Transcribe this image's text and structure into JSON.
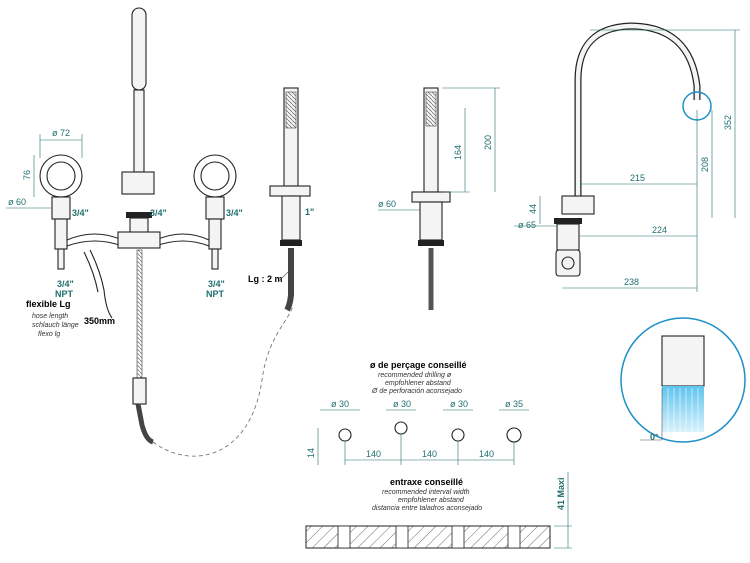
{
  "dimensions": {
    "d72": "ø 72",
    "d60_left": "ø 60",
    "h76": "76",
    "thread_34_a": "3/4\"",
    "thread_34_b": "3/4\"",
    "thread_34_c": "3/4\"",
    "thread_1": "1\"",
    "npt_left_size": "3/4\"",
    "npt_left": "NPT",
    "npt_right_size": "3/4\"",
    "npt_right": "NPT",
    "hose_length": "350mm",
    "lg2m": "Lg : 2 m",
    "d60_mid": "ø 60",
    "h164": "164",
    "h200": "200",
    "h352": "352",
    "h208": "208",
    "w215": "215",
    "h44": "44",
    "d65": "ø 65",
    "w224": "224",
    "w238": "238"
  },
  "flexible": {
    "title": "flexible Lg",
    "line1": "hose length",
    "line2": "schlauch länge",
    "line3": "flexo lg"
  },
  "drilling": {
    "title": "ø de perçage conseillé",
    "line1": "recommended drilling ø",
    "line2": "empfohlener abstand",
    "line3": "Ø de perforación aconsejado",
    "d1": "ø 30",
    "d2": "ø 30",
    "d3": "ø 30",
    "d4": "ø 35",
    "h14": "14",
    "s1": "140",
    "s2": "140",
    "s3": "140"
  },
  "interval": {
    "title": "entraxe conseillé",
    "line1": "recommended interval width",
    "line2": "empfohlener abstand",
    "line3": "distancia entre taladros aconsejado",
    "max": "41 Maxi"
  },
  "detail": {
    "angle": "0°"
  },
  "colors": {
    "dimension": "#1f6f6f",
    "highlight": "#1e90c8",
    "water": "#8fd3f0"
  }
}
